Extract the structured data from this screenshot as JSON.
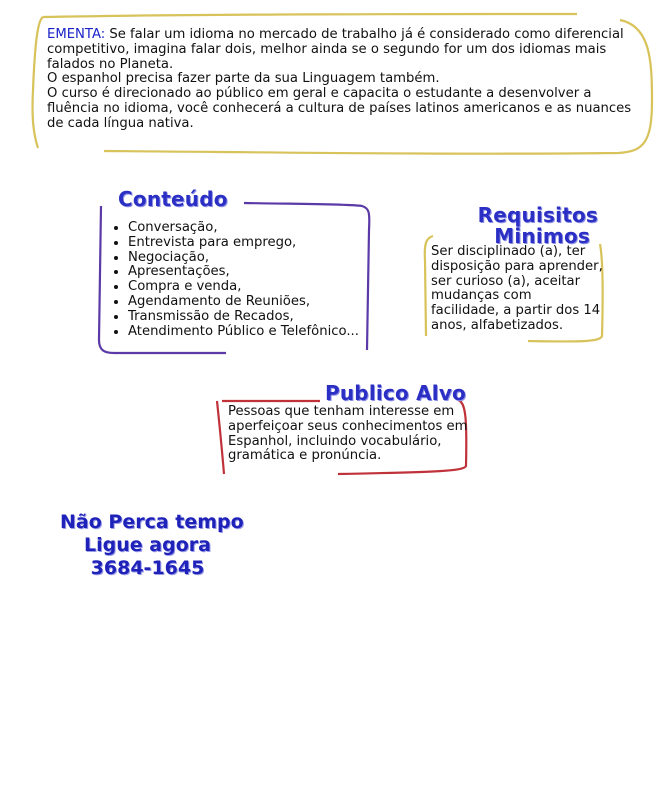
{
  "ementa": {
    "label": "EMENTA:",
    "p1": " Se falar um idioma no mercado de trabalho já é considerado como diferencial competitivo, imagina falar dois, melhor ainda se o segundo for um dos idiomas mais falados no Planeta.",
    "p2": "O espanhol precisa fazer parte da sua Linguagem também.",
    "p3": "O curso é direcionado ao público em geral e capacita o estudante a desenvolver a fluência no idioma, você conhecerá a cultura de países latinos americanos e as nuances de cada língua nativa."
  },
  "conteudo": {
    "heading": "Conteúdo",
    "items": [
      "Conversação,",
      "Entrevista para emprego,",
      "Negociação,",
      "Apresentações,",
      "Compra e venda,",
      "Agendamento de Reuniões,",
      "Transmissão de Recados,",
      "Atendimento Público e Telefônico..."
    ]
  },
  "requisitos": {
    "heading_line1": "Requisitos",
    "heading_line2": "Minimos",
    "text": " Ser disciplinado (a), ter disposição para aprender, ser curioso (a), aceitar mudanças com facilidade, a partir dos 14 anos, alfabetizados."
  },
  "publico": {
    "heading": "Publico Alvo",
    "text": "Pessoas que tenham interesse em aperfeiçoar seus conhecimentos em Espanhol, incluindo vocabulário, gramática e pronúncia."
  },
  "cta": {
    "line1": "Não Perca tempo",
    "line2": "Ligue agora",
    "line3": "3684-1645"
  },
  "colors": {
    "heading": "#2b2fc4",
    "label": "#1a22c8",
    "gold_frame": "#d8c25a",
    "purple_frame": "#5b3aa8",
    "red_frame": "#c0323a"
  }
}
